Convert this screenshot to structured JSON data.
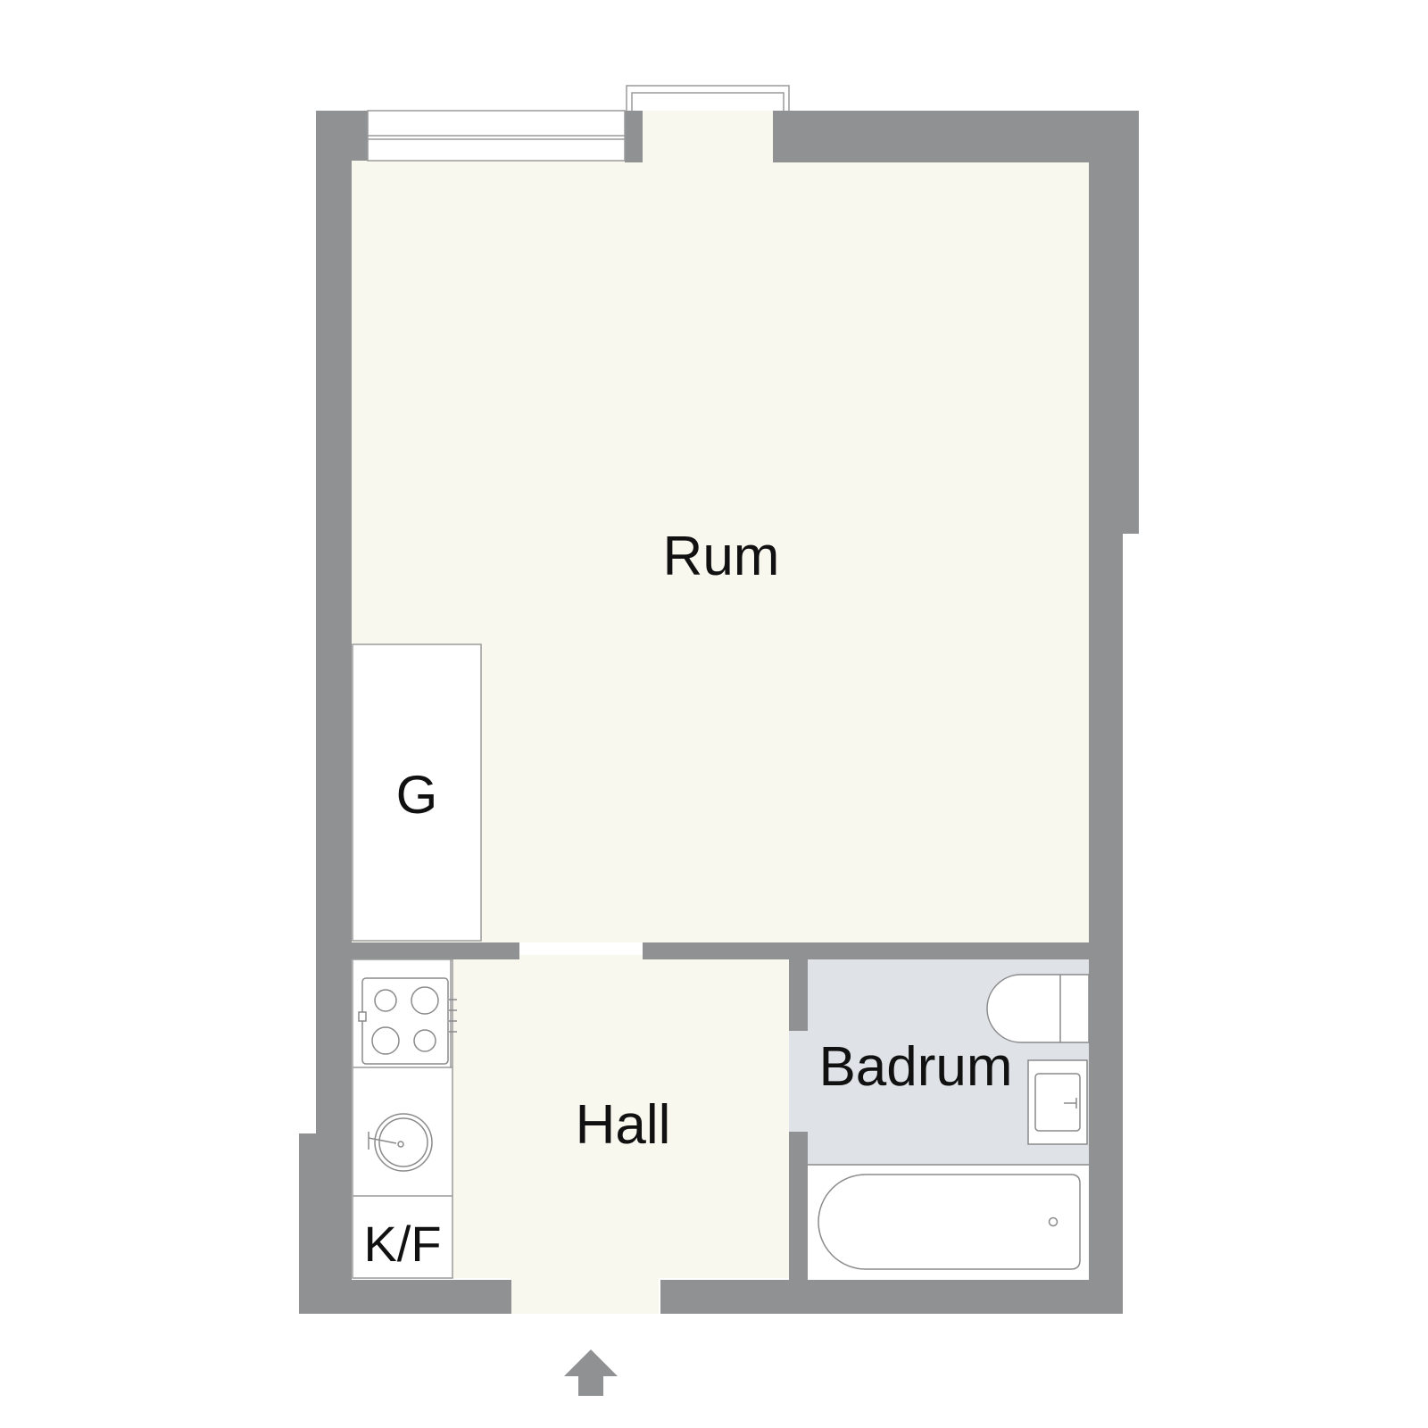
{
  "floorplan": {
    "rooms": {
      "rum": {
        "label": "Rum"
      },
      "closet": {
        "label": "G"
      },
      "kitchen": {
        "label": "K/F"
      },
      "hall": {
        "label": "Hall"
      },
      "bathroom": {
        "label": "Badrum"
      }
    },
    "colors": {
      "wall": "#8f9193",
      "floor_main": "#f9f8ef",
      "floor_bath": "#dfe3e7",
      "fixture_line": "#9a9a9a",
      "fixture_fill": "#ffffff",
      "text": "#111111"
    },
    "icons": {
      "entrance": "entrance-arrow-icon",
      "stove": "stove-icon",
      "sink": "kitchen-sink-icon",
      "toilet": "toilet-icon",
      "washbasin": "washbasin-icon",
      "bathtub": "bathtub-icon"
    }
  }
}
